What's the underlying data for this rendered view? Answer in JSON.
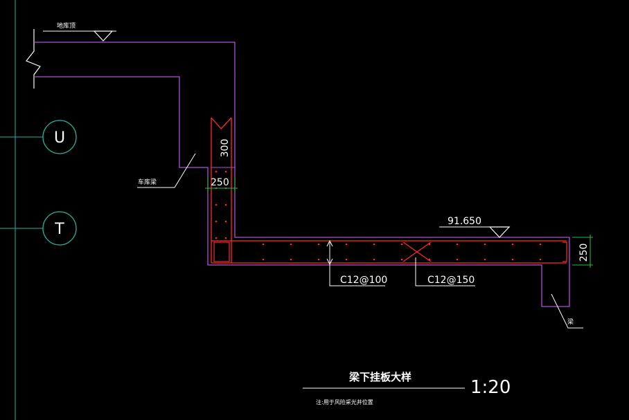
{
  "labels": {
    "ground_level": "地库顶",
    "garage_beam": "车库梁",
    "beam": "梁",
    "elevation": "91.650",
    "rebar_left": "C12@100",
    "rebar_right": "C12@150",
    "title": "梁下挂板大样",
    "scale": "1:20",
    "note": "注:用于风险采光井位置"
  },
  "dimensions": {
    "dim_300": "300",
    "dim_250_horizontal": "250",
    "dim_250_vertical": "250"
  },
  "axes": {
    "axis_u": "U",
    "axis_t": "T"
  },
  "colors": {
    "background": "#000000",
    "outline": "#b24fd6",
    "rebar": "#ff2a2a",
    "dimension": "#22c24a",
    "axis_line": "#2bb0a0",
    "text": "#ffffff"
  }
}
